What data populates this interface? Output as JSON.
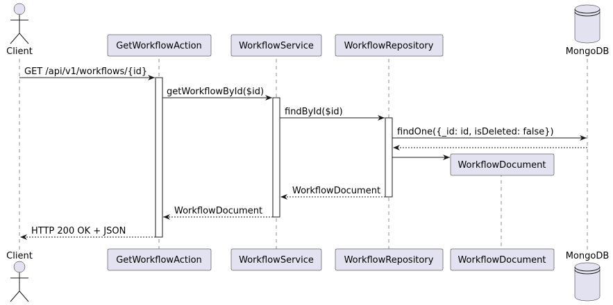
{
  "participants": {
    "client": "Client",
    "action": "GetWorkflowAction",
    "service": "WorkflowService",
    "repository": "WorkflowRepository",
    "document": "WorkflowDocument",
    "mongodb": "MongoDB"
  },
  "messages": [
    {
      "label": "GET /api/v1/workflows/{id}"
    },
    {
      "label": "getWorkflowById($id)"
    },
    {
      "label": "findById($id)"
    },
    {
      "label": "findOne({_id: id, isDeleted: false})"
    },
    {
      "label": ""
    },
    {
      "label": ""
    },
    {
      "label": "WorkflowDocument"
    },
    {
      "label": "WorkflowDocument"
    },
    {
      "label": "HTTP 200 OK + JSON"
    }
  ]
}
